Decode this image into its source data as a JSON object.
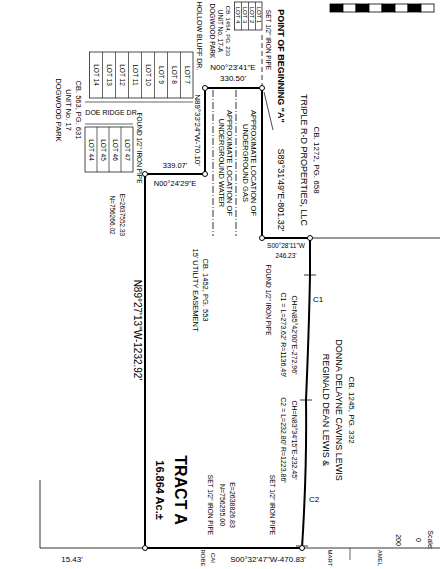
{
  "diagram": {
    "labels": [
      "POINT OF BEGINNING \"A\"",
      "SET 1/2\" IRON PIPE",
      "N00°23'41\"E",
      "330.50'",
      "S89°31'49\"E-801.32'",
      "TRIPLE R-D PROPERTIES, LLC",
      "CB. 1272, PG. 658",
      "S00°28'11\"W",
      "246.23'",
      "REGINALD DEAN LEWIS &",
      "DONNA DELAYNE CAVINS LEWIS",
      "CB. 1245, PG. 332",
      "C1",
      "C2",
      "C1 = L=273.62' R=1136.49'",
      "CH=N85°42'00\"E-272.96'",
      "C2 = L=232.80' R=1223.86'",
      "CH=N83°34'15\"E-232.45'",
      "FOUND 1/2\" IRON PIPE",
      "APPROXIMATE LOCATION OF UNDERGROUND GAS",
      "APPROXIMATE LOCATION OF UNDERGROUND WATER",
      "15' UTILITY EASEMENT",
      "CB. 1452, PG. 553",
      "N89°33'24\"W-70.10'",
      "339.07'",
      "N00°24'29\"E",
      "N89°27'13\"W-1232.92'",
      "TRACT A",
      "16.864 Ac.±",
      "SET 1/2\" IRON PIPE",
      "N=756295.00",
      "E=2638826.83",
      "SET 1/2\" IRON PIPE",
      "S00°32'47\"W-470.83'",
      "ROBE",
      "CAI",
      "MART",
      "AMEL",
      "15.43'",
      "HOLLOW BLUFF DR.",
      "LOT 1",
      "LOT 2",
      "LOT 3",
      "LOT 4",
      "DOGWOOD PARK",
      "UNIT No. 17-A",
      "CB. 1454, PG. 233",
      "LOT 7",
      "LOT 8",
      "LOT 9",
      "LOT 10",
      "LOT 11",
      "LOT 12",
      "LOT 13",
      "LOT 14",
      "DOE RIDGE DR.",
      "LOT 47",
      "LOT 46",
      "LOT 45",
      "LOT 44",
      "FOUND 1/2\" IRON PIPE",
      "DOGWOOD PARK",
      "UNIT No. 17",
      "CB. 563, PG. 631",
      "N=756266.02",
      "E=2637552.33",
      "200",
      "0",
      "Scale:"
    ]
  }
}
